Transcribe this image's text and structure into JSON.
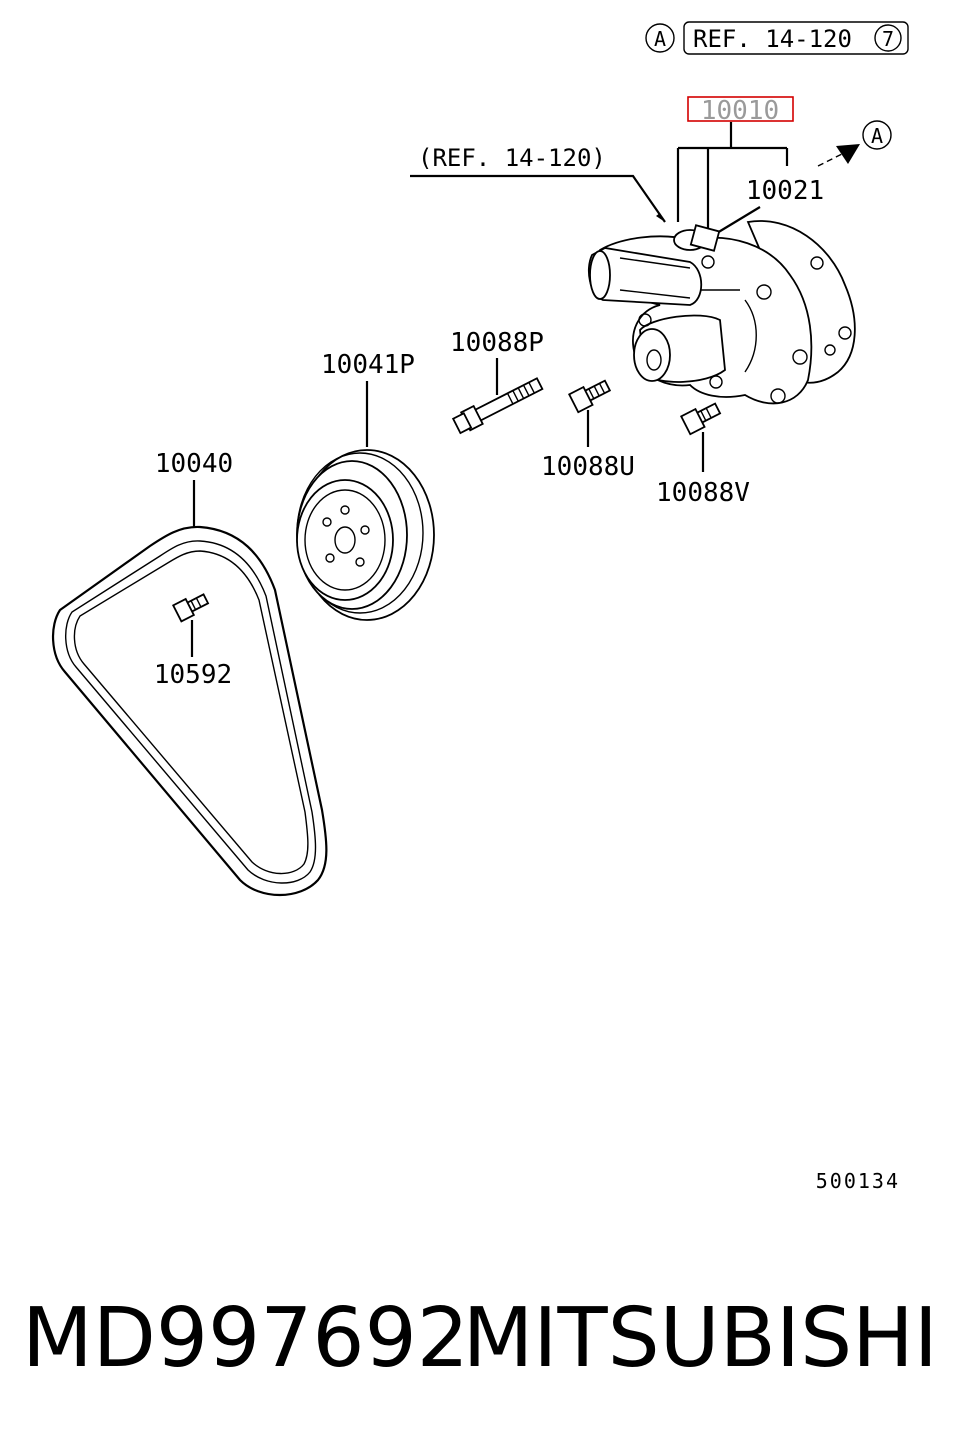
{
  "header": {
    "ref_circle_letter": "A",
    "ref_box_text": "REF. 14-120",
    "ref_box_circle_number": "7"
  },
  "callouts": {
    "highlighted": "10010",
    "ref_text": "(REF. 14-120)",
    "arrow_circle_letter": "A",
    "gasket": "10021",
    "bolt_long": "10088P",
    "bolt_u": "10088U",
    "bolt_v": "10088V",
    "pulley": "10041P",
    "belt": "10040",
    "small_bolt": "10592"
  },
  "diagram_code": "500134",
  "footer": {
    "part_number": "MD997692",
    "brand": "MITSUBISHI"
  },
  "colors": {
    "highlight_box": "#d40000",
    "highlight_text": "#9a9a9a",
    "line": "#000000"
  }
}
